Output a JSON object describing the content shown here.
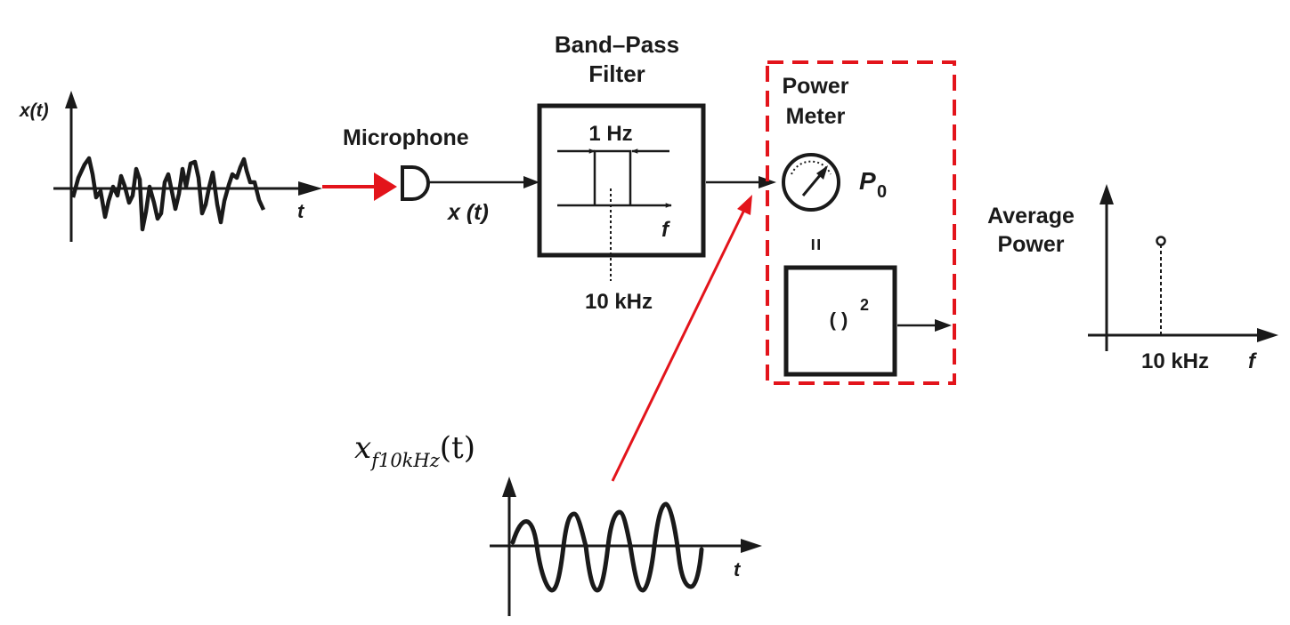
{
  "input_signal": {
    "y_label": "x(t)",
    "t_label": "t"
  },
  "microphone": {
    "label": "Microphone",
    "output_label": "x (t)"
  },
  "band_pass_filter": {
    "title_line1": "Band–Pass",
    "title_line2": "Filter",
    "bandwidth_label": "1 Hz",
    "axis_label": "f",
    "center_frequency_label": "10 kHz"
  },
  "power_meter": {
    "title_line1": "Power",
    "title_line2": "Meter",
    "reading_symbol": "P",
    "reading_subscript": "0",
    "equivalence_symbol": "=",
    "squarer_label": "(  )",
    "squarer_exponent": "2",
    "highlight_color": "#e3141b"
  },
  "average_power_plot": {
    "title_line1": "Average",
    "title_line2": "Power",
    "tick_label": "10 kHz",
    "axis_label": "f"
  },
  "filtered_signal": {
    "label_main": "x",
    "label_subscript": "f10kHz",
    "label_argument": "(t)",
    "t_label": "t"
  },
  "colors": {
    "ink": "#1a1a1a",
    "accent_red": "#e3141b"
  }
}
